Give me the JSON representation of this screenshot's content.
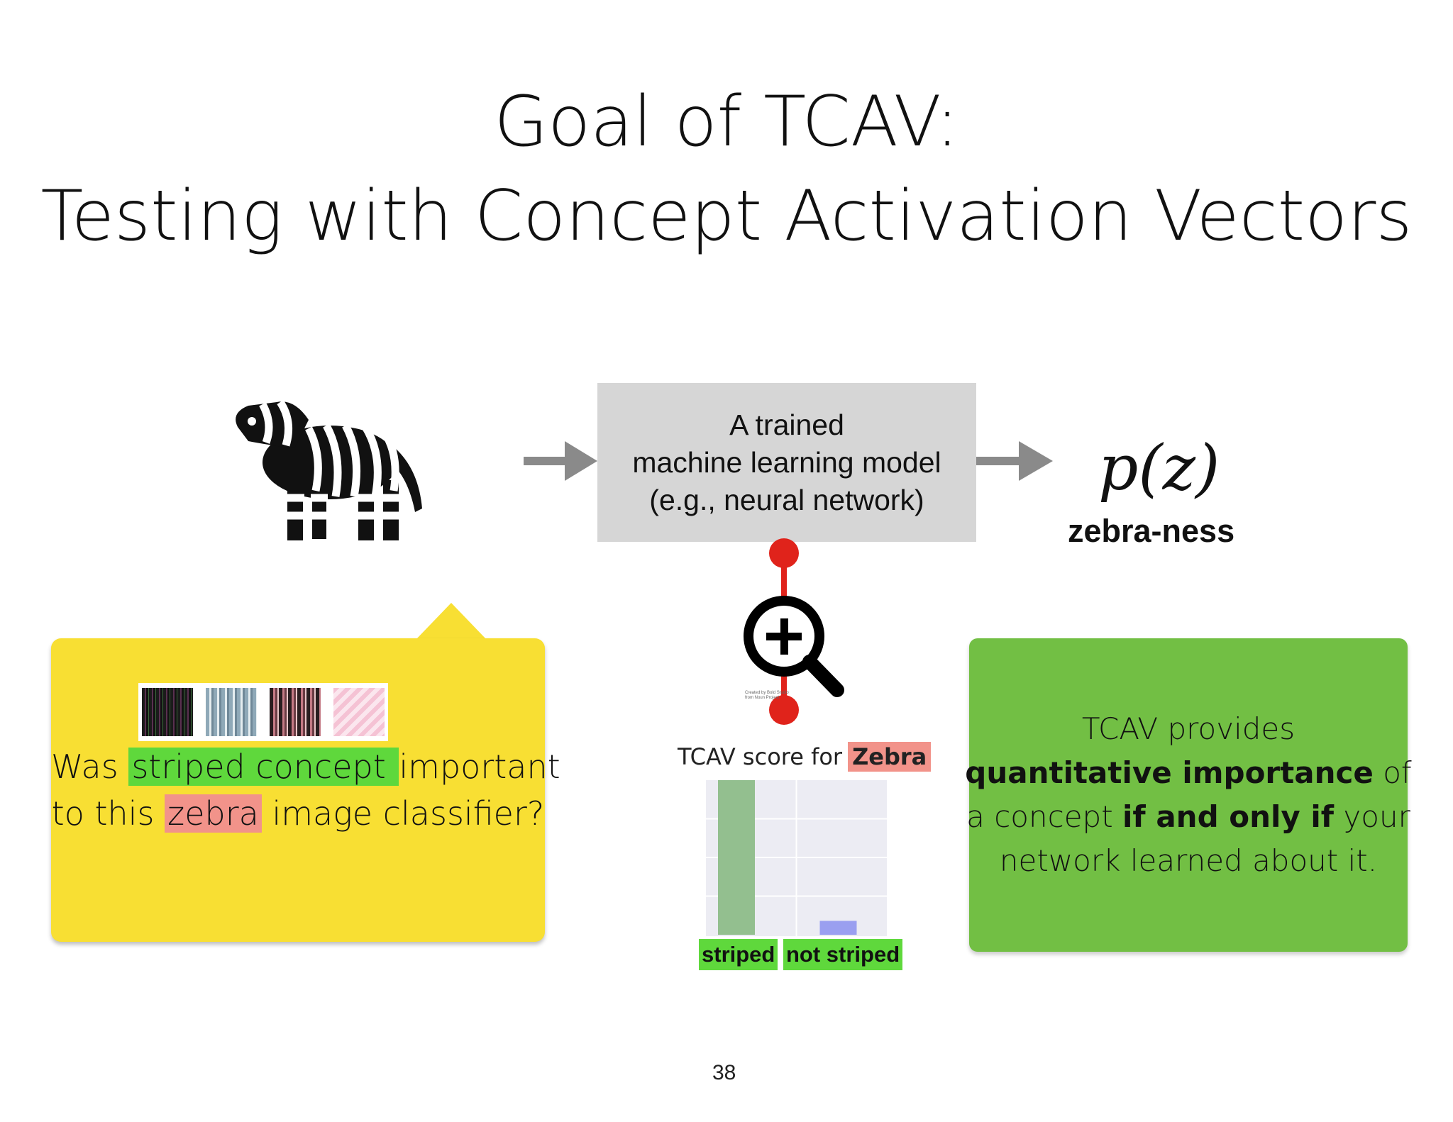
{
  "title": {
    "line1": "Goal of TCAV:",
    "line2": "Testing with Concept  Activation Vectors"
  },
  "model_box": {
    "line1": "A trained",
    "line2": "machine learning model",
    "line3": "(e.g., neural network)"
  },
  "output": {
    "formula": "p(z)",
    "label": "zebra-ness"
  },
  "question": {
    "line1_pre": "Was ",
    "line1_hl": "striped concept ",
    "line1_post": "important",
    "line2_pre": "to this ",
    "line2_hl": "zebra",
    "line2_post": " image classifier?"
  },
  "statement": {
    "l1": "TCAV provides",
    "l2_bold": "quantitative importance",
    "l2_rest": " of",
    "l3_a": "a concept ",
    "l3_bold": "if and only if",
    "l3_rest": " your",
    "l4": "network learned about it."
  },
  "chart_data": {
    "type": "bar",
    "title": "TCAV score for",
    "title_highlight": "Zebra",
    "categories": [
      "striped",
      "not striped"
    ],
    "values": [
      1.0,
      0.09
    ],
    "ylim": [
      0,
      1
    ],
    "colors": [
      "#93bf8f",
      "#9a9ff0"
    ],
    "grid": true
  },
  "credit": {
    "line1": "Created by Bold Studio",
    "line2": "from Noun Project"
  },
  "page_number": "38",
  "colors": {
    "highlight_green": "#5fd83c",
    "highlight_red": "#f2938a",
    "yellow_box": "#f8df33",
    "green_box": "#72bf44",
    "model_box": "#d6d6d6",
    "connector_red": "#e0231b"
  },
  "icons": [
    "zebra-icon",
    "magnifier-plus-icon",
    "arrow-right-icon"
  ]
}
